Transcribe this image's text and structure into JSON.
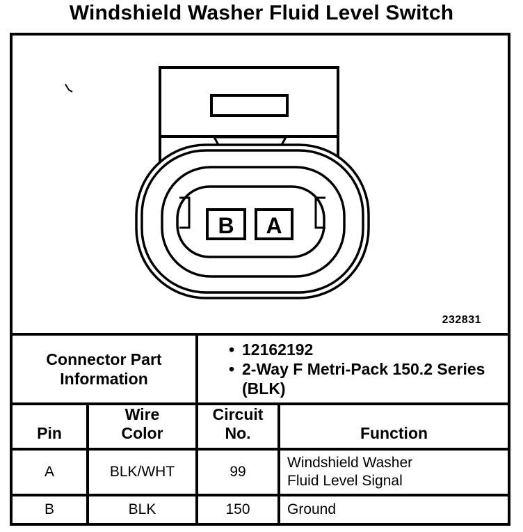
{
  "title": "Windshield Washer Fluid Level Switch",
  "diagram": {
    "figure_number": "232831",
    "pin_labels": {
      "left": "B",
      "right": "A"
    }
  },
  "part_info": {
    "label": "Connector Part Information",
    "items": [
      "12162192",
      "2-Way F Metri-Pack 150.2 Series (BLK)"
    ]
  },
  "table": {
    "headers": {
      "pin": "Pin",
      "wire_color": "Wire\nColor",
      "circuit_no": "Circuit\nNo.",
      "function": "Function"
    },
    "rows": [
      {
        "pin": "A",
        "wire_color": "BLK/WHT",
        "circuit_no": "99",
        "function": "Windshield Washer Fluid Level Signal"
      },
      {
        "pin": "B",
        "wire_color": "BLK",
        "circuit_no": "150",
        "function": "Ground"
      }
    ]
  }
}
